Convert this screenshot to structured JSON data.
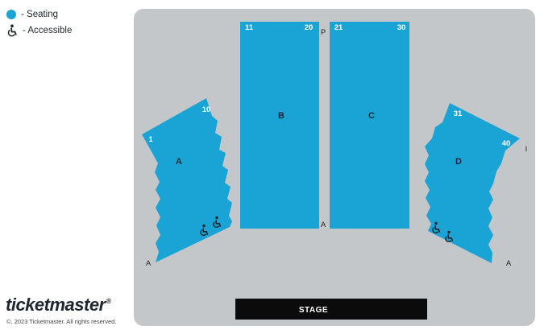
{
  "legend": {
    "seating_label": "- Seating",
    "accessible_label": "- Accessible",
    "seating_color": "#1aa4d6",
    "accessible_icon": "wheelchair-icon"
  },
  "brand": {
    "logo_text": "ticketmaster",
    "logo_mark": "®",
    "copyright": "©, 2023 Ticketmaster. All rights reserved."
  },
  "venue": {
    "floor_color": "#c3c7ca",
    "stage_label": "STAGE",
    "sections": {
      "a": {
        "name": "A",
        "first_seat": "1",
        "last_seat": "10",
        "front_row": "A"
      },
      "b": {
        "name": "B",
        "first_seat": "11",
        "last_seat": "20",
        "back_row": "P",
        "front_row": "A"
      },
      "c": {
        "name": "C",
        "first_seat": "21",
        "last_seat": "30"
      },
      "d": {
        "name": "D",
        "first_seat": "31",
        "last_seat": "40",
        "back_row": "I",
        "front_row": "A"
      }
    }
  }
}
